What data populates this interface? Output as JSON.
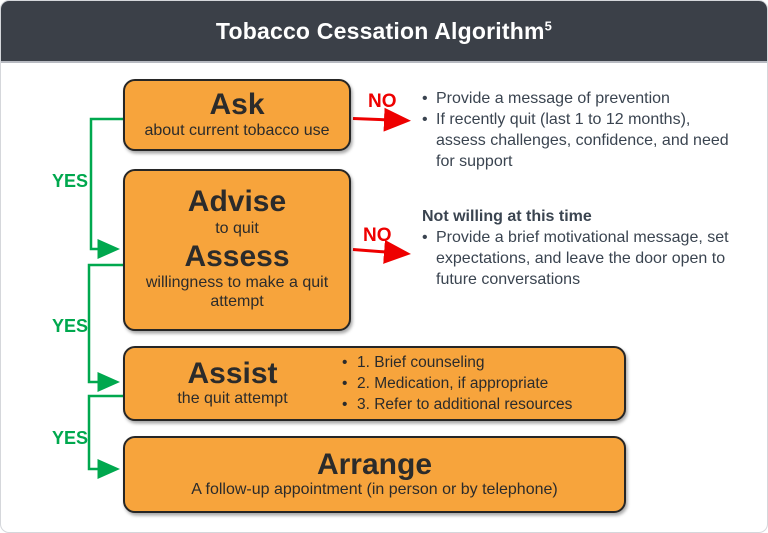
{
  "header": {
    "title": "Tobacco Cessation Algorithm",
    "superscript": "5"
  },
  "labels": {
    "yes": "YES",
    "no": "NO"
  },
  "boxes": {
    "ask": {
      "title": "Ask",
      "subtitle": "about current tobacco use"
    },
    "advise_assess": {
      "title1": "Advise",
      "subtitle1": "to quit",
      "title2": "Assess",
      "subtitle2": "willingness to make a quit attempt"
    },
    "assist": {
      "title": "Assist",
      "subtitle": "the quit attempt",
      "bullets": [
        "1. Brief counseling",
        "2. Medication, if appropriate",
        "3. Refer to additional resources"
      ]
    },
    "arrange": {
      "title": "Arrange",
      "subtitle": "A follow-up appointment (in person or by telephone)"
    }
  },
  "no_branch_1": {
    "bullets": [
      "Provide a message of prevention",
      "If recently quit (last 1 to 12 months), assess challenges, confidence, and need for support"
    ]
  },
  "no_branch_2": {
    "heading": "Not willing at this time",
    "bullets": [
      "Provide a brief motivational message, set expectations, and leave the door open to future conversations"
    ]
  },
  "colors": {
    "header_bg": "#3b4048",
    "box_fill": "#f7a43c",
    "box_border": "#262626",
    "yes_green": "#00a84e",
    "no_red": "#ee0000",
    "body_text": "#3a4450"
  }
}
